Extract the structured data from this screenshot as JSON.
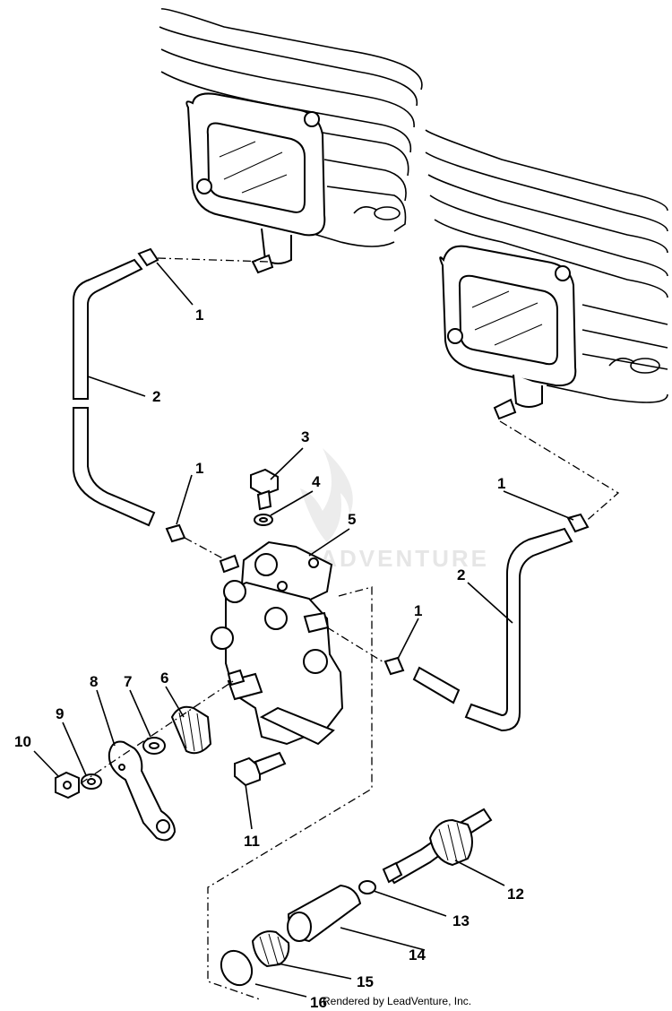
{
  "watermark_text": "LEADVENTURE",
  "credit": "Rendered by LeadVenture, Inc.",
  "callouts": {
    "c1a": "1",
    "c2a": "2",
    "c1b": "1",
    "c3": "3",
    "c4": "4",
    "c5": "5",
    "c1c": "1",
    "c2b": "2",
    "c1d": "1",
    "c6": "6",
    "c7": "7",
    "c8": "8",
    "c9": "9",
    "c10": "10",
    "c11": "11",
    "c12": "12",
    "c13": "13",
    "c14": "14",
    "c15": "15",
    "c16": "16"
  }
}
